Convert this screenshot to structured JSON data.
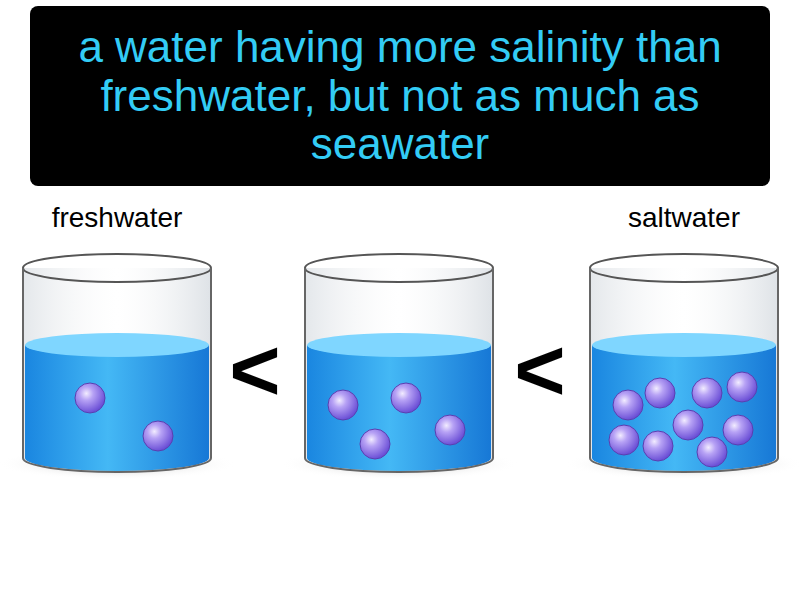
{
  "diagram": {
    "title": "a water having more salinity than freshwater, but not as much as seawater",
    "labels": [
      "freshwater",
      "<",
      "<",
      "saltwater"
    ]
  }
}
